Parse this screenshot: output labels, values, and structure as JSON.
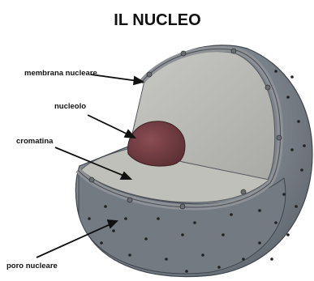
{
  "title": "IL NUCLEO",
  "labels": {
    "membrana": "membrana nucleare",
    "nucleolo": "nucleolo",
    "cromatina": "cromatina",
    "poro": "poro nucleare"
  },
  "colors": {
    "outer_surface": "#7d848c",
    "outer_surface_dark": "#5c636b",
    "inner_cut": "#b9b9b4",
    "membrane": "#8e9196",
    "nucleolus": "#6e3b40",
    "pores": "#222222"
  }
}
